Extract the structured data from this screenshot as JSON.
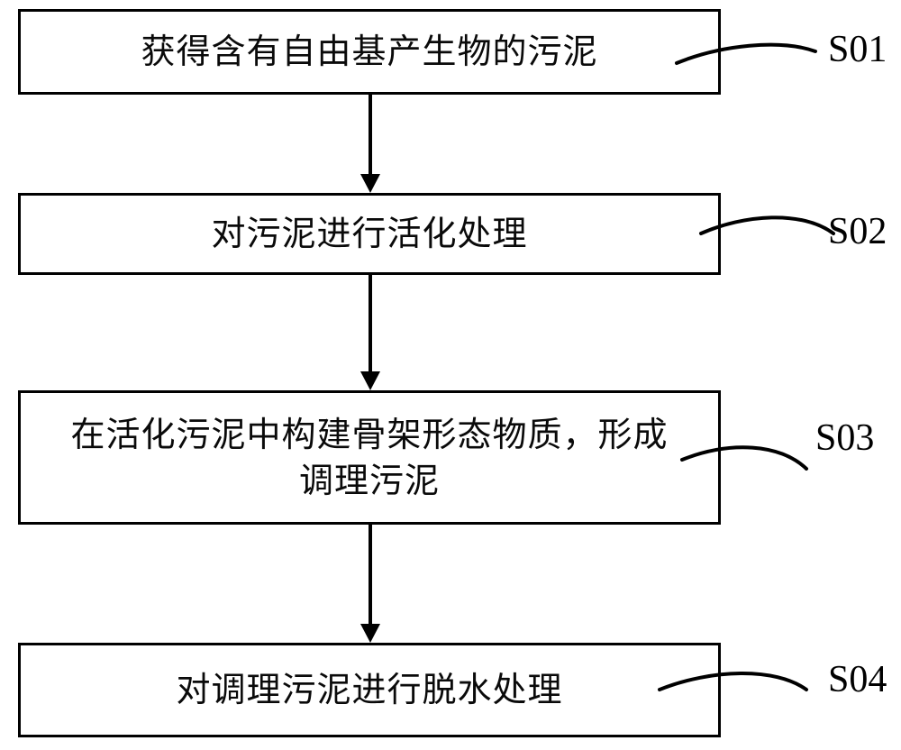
{
  "diagram": {
    "type": "flowchart",
    "orientation": "vertical",
    "background_color": "#ffffff",
    "line_color": "#000000",
    "steps": [
      {
        "id": "S01",
        "label": "S01",
        "text": "获得含有自由基产生物的污泥",
        "lines": [
          "获得含有自由基产生物的污泥"
        ]
      },
      {
        "id": "S02",
        "label": "S02",
        "text": "对污泥进行活化处理",
        "lines": [
          "对污泥进行活化处理"
        ]
      },
      {
        "id": "S03",
        "label": "S03",
        "text": "在活化污泥中构建骨架形态物质，形成调理污泥",
        "lines": [
          "在活化污泥中构建骨架形态物质，形",
          "成调理污泥"
        ]
      },
      {
        "id": "S04",
        "label": "S04",
        "text": "对调理污泥进行脱水处理",
        "lines": [
          "对调理污泥进行脱水处理"
        ]
      }
    ],
    "connectors": [
      {
        "from": "S01",
        "to": "S02",
        "arrow": "down-arrow"
      },
      {
        "from": "S02",
        "to": "S03",
        "arrow": "down-arrow"
      },
      {
        "from": "S03",
        "to": "S04",
        "arrow": "down-arrow"
      }
    ]
  }
}
